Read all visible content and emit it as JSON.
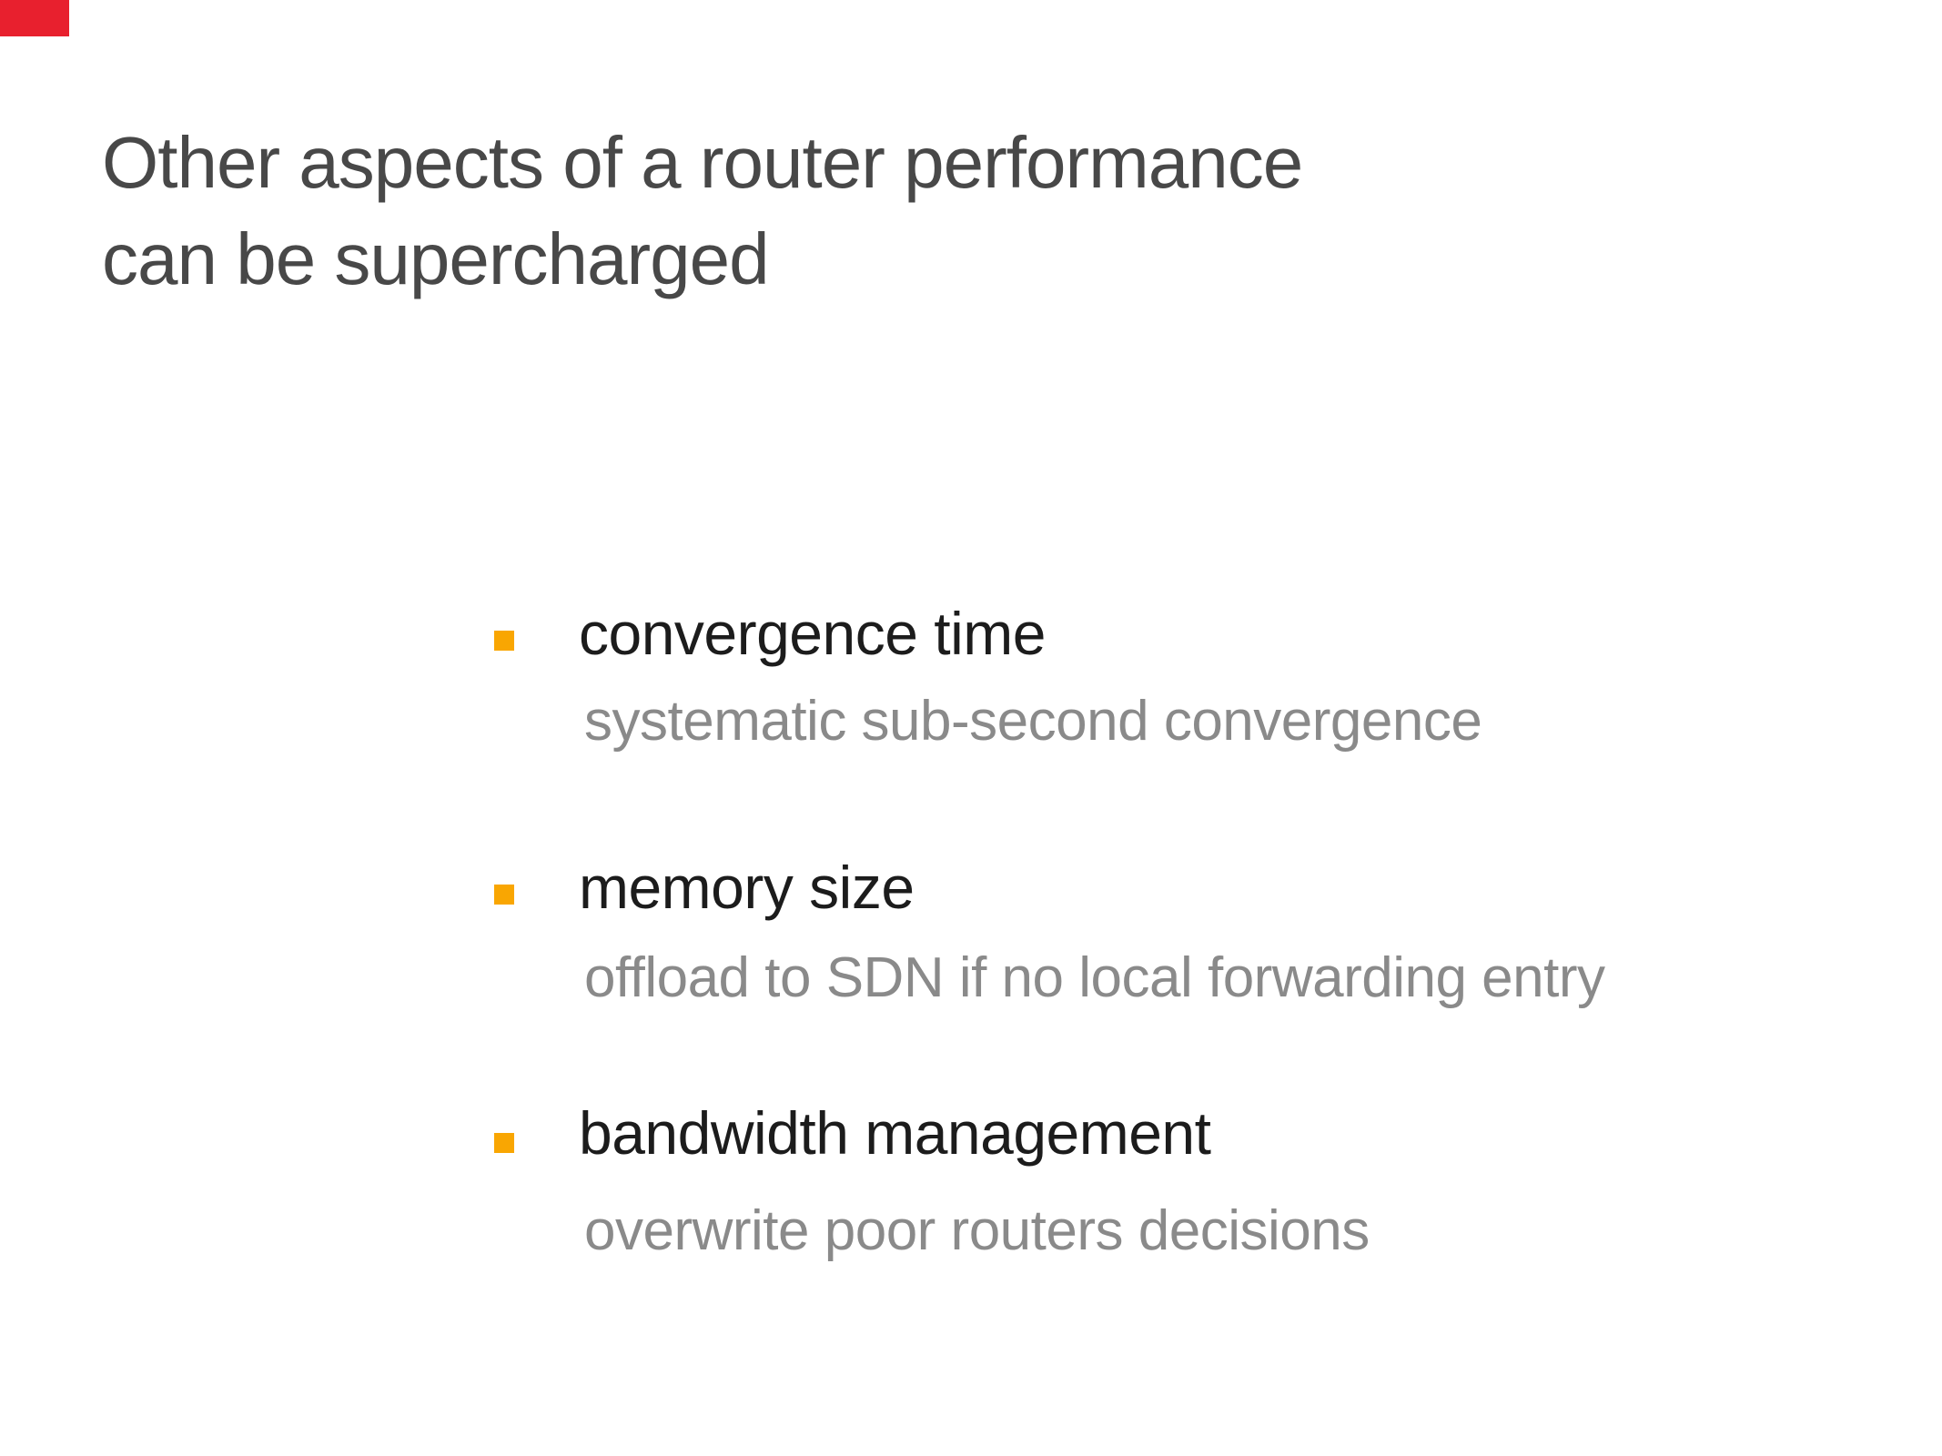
{
  "slide": {
    "title_line1": "Other aspects of a router performance",
    "title_line2": "can be supercharged",
    "bullets": [
      {
        "marker_icon": "orange-square-bullet-icon",
        "label": "convergence time",
        "detail": "systematic sub-second convergence"
      },
      {
        "marker_icon": "orange-square-bullet-icon",
        "label": "memory size",
        "detail": "offload to SDN if no local forwarding entry"
      },
      {
        "marker_icon": "orange-square-bullet-icon",
        "label": "bandwidth management",
        "detail": "overwrite poor routers decisions"
      }
    ],
    "colors": {
      "accent_orange": "#F9A602",
      "corner_red": "#E8202E",
      "title_gray": "#484848",
      "label_dark": "#1C1C1C",
      "detail_gray": "#8A8A8A",
      "background": "#FFFFFF"
    }
  }
}
